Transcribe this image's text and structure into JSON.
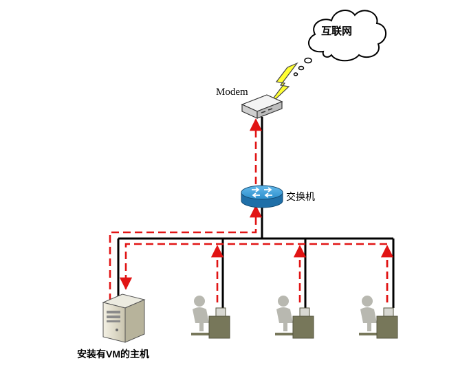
{
  "labels": {
    "internet": "互联网",
    "modem": "Modem",
    "switch": "交换机",
    "vm_host": "安装有VM的主机"
  },
  "colors": {
    "cable": "#000000",
    "dataflow": "#e11414",
    "lightning": "#ffff33",
    "cloud_fill": "#ffffff",
    "switch_blue": "#1f86c4",
    "workstation_gray": "#b8b8b0",
    "monitor_olive": "#77775a"
  },
  "icons": {
    "internet": "cloud-icon",
    "link": "lightning-icon",
    "modem": "modem-icon",
    "switch": "switch-icon",
    "vm_host": "server-tower-icon",
    "clients": [
      "workstation-icon",
      "workstation-icon",
      "workstation-icon"
    ]
  }
}
